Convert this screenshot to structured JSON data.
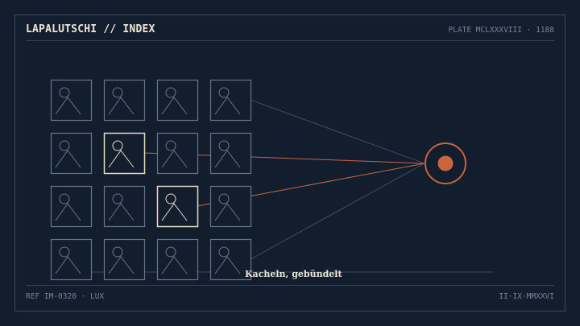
{
  "header": {
    "title": "LAPALUTSCHI // INDEX",
    "plate": "PLATE MCLXXXVIII · 1188"
  },
  "footer": {
    "ref": "REF IM-0320 · LUX",
    "date": "II·IX·MMXXVI"
  },
  "diagram": {
    "caption": "Kacheln, gebündelt",
    "grid_rows": 4,
    "grid_cols": 4,
    "highlighted_tiles": [
      {
        "row": 1,
        "col": 1
      },
      {
        "row": 2,
        "col": 2
      }
    ],
    "linked_tiles": [
      {
        "row": 0,
        "col": 3,
        "style": "muted"
      },
      {
        "row": 1,
        "col": 1,
        "style": "accent"
      },
      {
        "row": 2,
        "col": 2,
        "style": "accent"
      },
      {
        "row": 3,
        "col": 3,
        "style": "muted"
      }
    ],
    "tile_icon": "image-placeholder-icon",
    "target_icon": "target-node-icon"
  },
  "colors": {
    "background": "#121d2e",
    "frame": "#3a4a5e",
    "tile_stroke": "#66778c",
    "tile_highlight": "#e8dcc0",
    "accent": "#c8643e",
    "muted_link": "#44546a",
    "text_primary": "#efe6d2",
    "text_secondary": "#76859a"
  }
}
